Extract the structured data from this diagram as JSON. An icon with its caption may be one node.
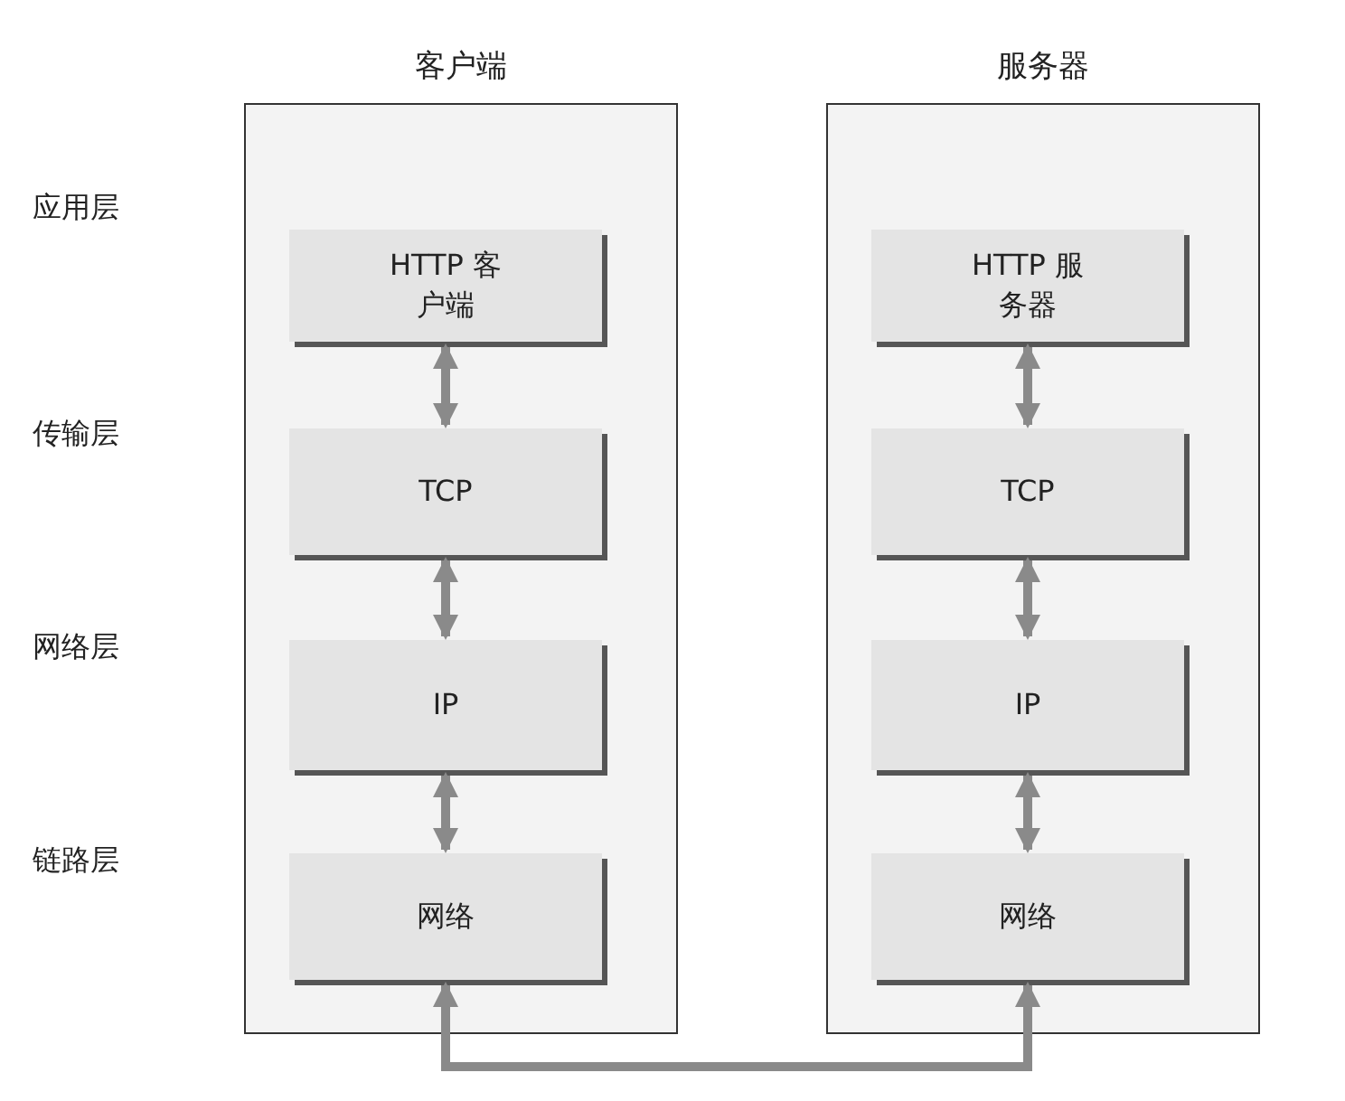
{
  "diagram": {
    "nodes": [
      {
        "text": [
          "客户端"
        ]
      },
      {
        "text": [
          "HTTP 客户端"
        ],
        "in": 0
      },
      {
        "text": [
          "TCP"
        ],
        "in": 0
      },
      {
        "text": [
          "IP"
        ],
        "in": 0
      },
      {
        "text": [
          "网络"
        ],
        "in": 0
      },
      {
        "text": [
          "服务器"
        ]
      },
      {
        "text": [
          "HTTP 服务器"
        ],
        "in": 5
      },
      {
        "text": [
          "TCP"
        ],
        "in": 5
      },
      {
        "text": [
          "IP"
        ],
        "in": 5
      },
      {
        "text": [
          "网络"
        ],
        "in": 5
      }
    ],
    "edges": [
      {
        "from": 1,
        "to": 2,
        "arrow": "both"
      },
      {
        "from": 2,
        "to": 3,
        "arrow": "both"
      },
      {
        "from": 3,
        "to": 4,
        "arrow": "both"
      },
      {
        "from": 6,
        "to": 7,
        "arrow": "both"
      },
      {
        "from": 7,
        "to": 8,
        "arrow": "both"
      },
      {
        "from": 8,
        "to": 9,
        "arrow": "both"
      },
      {
        "from": 4,
        "to": 9,
        "arrow": "both"
      }
    ],
    "labels": [
      "应用层",
      "传输层",
      "网络层",
      "链路层"
    ]
  }
}
